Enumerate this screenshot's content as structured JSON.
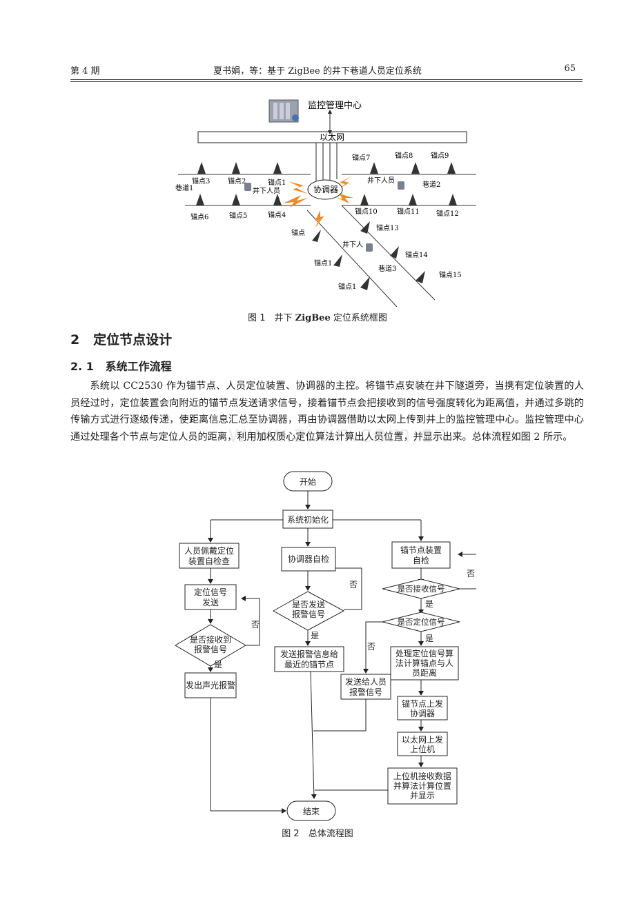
{
  "header": {
    "issue": "第 4 期",
    "title": "夏书娟，等：基于 ZigBee 的井下巷道人员定位系统",
    "page": "65"
  },
  "figure1": {
    "caption_prefix": "图 1　井下 ",
    "caption_bold": "ZigBee",
    "caption_suffix": " 定位系统框图",
    "center_label": "监控管理中心",
    "network_label": "以太网",
    "coordinator_label": "协调器",
    "anchors_top_left": [
      "锚点3",
      "锚点2",
      "锚点1"
    ],
    "anchors_bottom_left": [
      "锚点6",
      "锚点5",
      "锚点4"
    ],
    "anchors_top_right": [
      "锚点7",
      "锚点8",
      "锚点9"
    ],
    "anchors_bottom_right": [
      "锚点10",
      "锚点11",
      "锚点12"
    ],
    "anchors_diagonal": [
      "锚点",
      "锚点13",
      "锚点1",
      "锚点14",
      "锚点1",
      "锚点15"
    ],
    "tunnel_labels": [
      "巷道1",
      "巷道2",
      "巷道3"
    ],
    "worker_labels": [
      "井下人员",
      "井下人员",
      "井下人"
    ]
  },
  "section": {
    "number": "2",
    "title": "定位节点设计",
    "sub_number": "2. 1",
    "sub_title": "系统工作流程",
    "paragraph": "系统以 CC2530 作为锚节点、人员定位装置、协调器的主控。将锚节点安装在井下隧道旁，当携有定位装置的人员经过时，定位装置会向附近的锚节点发送请求信号，接着锚节点会把接收到的信号强度转化为距离值，并通过多跳的传输方式进行逐级传递，使距离信息汇总至协调器，再由协调器借助以太网上传到井上的监控管理中心。监控管理中心通过处理各个节点与定位人员的距离，利用加权质心定位算法计算出人员位置，并显示出来。总体流程如图 2 所示。"
  },
  "watermark": "www.zixin.com.cn",
  "figure2": {
    "caption": "图 2　总体流程图",
    "start": "开始",
    "init": "系统初始化",
    "left_1": [
      "人员佩戴定位",
      "装置自检查"
    ],
    "left_2": [
      "定位信号",
      "发送"
    ],
    "left_decision": [
      "是否接收到",
      "报警信号"
    ],
    "left_3": "发出声光报警",
    "mid_1": "协调器自检",
    "mid_decision": [
      "是否发送",
      "报警信号"
    ],
    "mid_2": [
      "发送报警信息给",
      "最近的锚节点"
    ],
    "right_1": [
      "锚节点装置",
      "自检"
    ],
    "right_decision1": "是否接收信号",
    "right_decision2": "是否定位信号",
    "right_2": [
      "处理定位信号算",
      "法计算锚点与人",
      "员距离"
    ],
    "right_alt": [
      "发送给人员",
      "报警信号"
    ],
    "right_3": [
      "锚节点上发",
      "协调器"
    ],
    "right_4": [
      "以太网上发",
      "上位机"
    ],
    "right_5": [
      "上位机接收数据",
      "并算法计算位置",
      "并显示"
    ],
    "yes": "是",
    "no": "否",
    "end": "结束"
  }
}
